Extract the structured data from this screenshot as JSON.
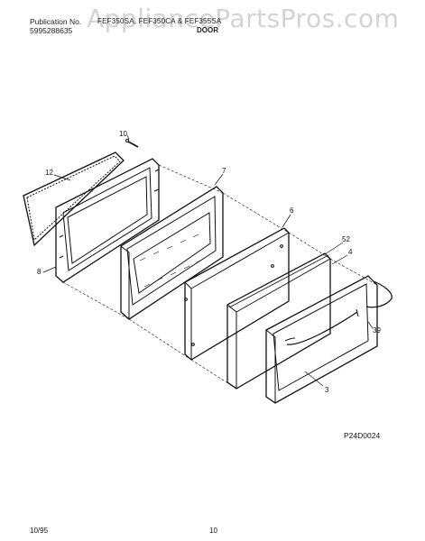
{
  "watermark": "AppliancePartsPros.com",
  "header": {
    "publication_label": "Publication No.",
    "publication_number": "5995288635",
    "models": "FEF350SA, FEF350CA & FEF355SA",
    "section_title": "DOOR"
  },
  "callouts": {
    "c10": "10",
    "c12": "12",
    "c7": "7",
    "c6": "6",
    "c52": "52",
    "c4": "4",
    "c8": "8",
    "c39": "39",
    "c3": "3"
  },
  "diagram_code": "P24D0024",
  "footer": {
    "date": "10/95",
    "page": "10"
  },
  "colors": {
    "line": "#111111",
    "watermark": "#d3d3d3"
  }
}
